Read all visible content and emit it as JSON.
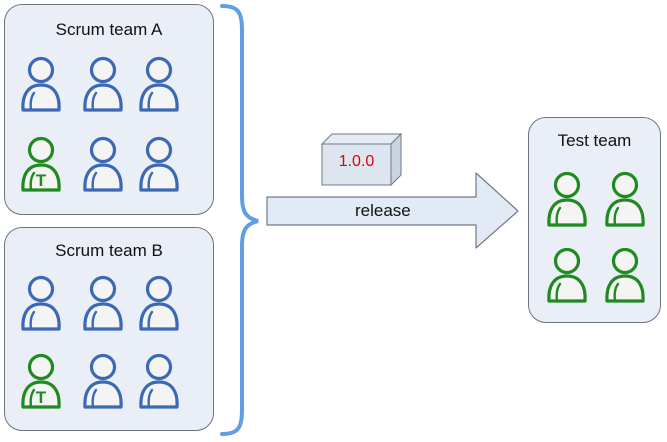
{
  "teams": {
    "a": {
      "title": "Scrum team A"
    },
    "b": {
      "title": "Scrum team B"
    },
    "test": {
      "title": "Test team"
    }
  },
  "release": {
    "label": "release",
    "version": "1.0.0"
  },
  "person_badge": "T",
  "colors": {
    "developer": "#3b69b6",
    "tester": "#1f8a1f",
    "version_text": "#e00000",
    "brace": "#5f9ee6",
    "box_fill": "#e9eef7"
  }
}
